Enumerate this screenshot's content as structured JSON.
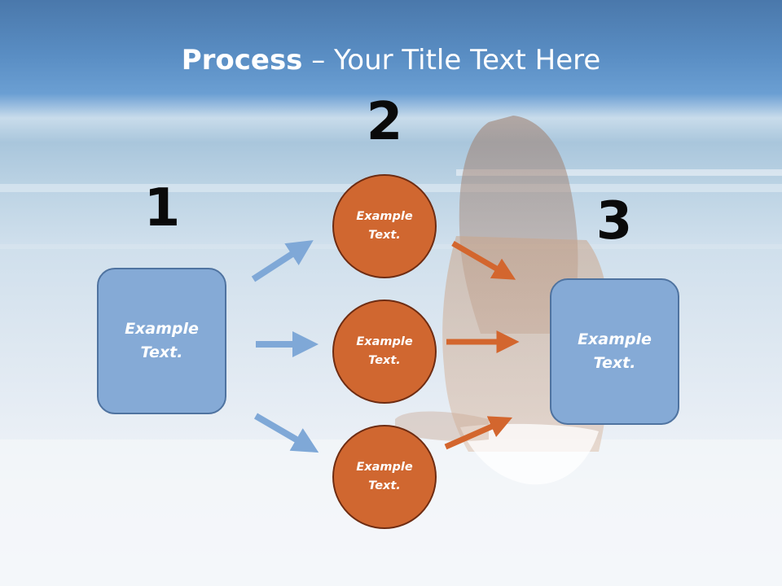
{
  "title": {
    "bold": "Process",
    "rest": " – Your Title Text Here"
  },
  "steps": {
    "one": "1",
    "two": "2",
    "three": "3"
  },
  "left_box": {
    "text": "Example\nText."
  },
  "circles": [
    {
      "text": "Example\nText."
    },
    {
      "text": "Example\nText."
    },
    {
      "text": "Example\nText."
    }
  ],
  "right_box": {
    "text": "Example\nText."
  },
  "colors": {
    "box_fill": "#85aad6",
    "box_border": "#4f73a0",
    "circle_fill": "#d06730",
    "circle_border": "#6e2c12",
    "blue_arrow": "#7fa8d7",
    "orange_arrow": "#d3662e"
  }
}
